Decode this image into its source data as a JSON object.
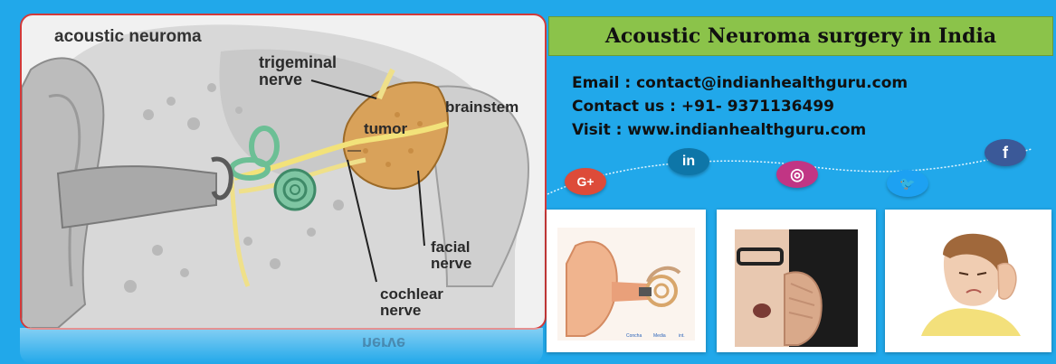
{
  "illustration": {
    "heading": "acoustic neuroma",
    "labels": {
      "trigeminal": "trigeminal\nnerve",
      "brainstem": "brainstem",
      "tumor": "tumor",
      "facial": "facial\nnerve",
      "cochlear": "cochlear\nnerve"
    },
    "reflection_text": "nerve"
  },
  "title": "Acoustic Neuroma surgery in India",
  "contact": {
    "email": "Email : contact@indianhealthguru.com",
    "phone": "Contact us : +91- 9371136499",
    "visit": "Visit : www.indianhealthguru.com"
  },
  "social": [
    {
      "name": "google-plus",
      "glyph": "G+",
      "color": "#dd4b39"
    },
    {
      "name": "linkedin",
      "glyph": "in",
      "color": "#0e76a8"
    },
    {
      "name": "instagram",
      "glyph": "◎",
      "color": "#c13584"
    },
    {
      "name": "twitter",
      "glyph": "🐦",
      "color": "#1da1f2"
    },
    {
      "name": "facebook",
      "glyph": "f",
      "color": "#3b5998"
    }
  ],
  "photo_caption": {
    "c1": "Concha",
    "c2": "Media",
    "c3": "int."
  }
}
